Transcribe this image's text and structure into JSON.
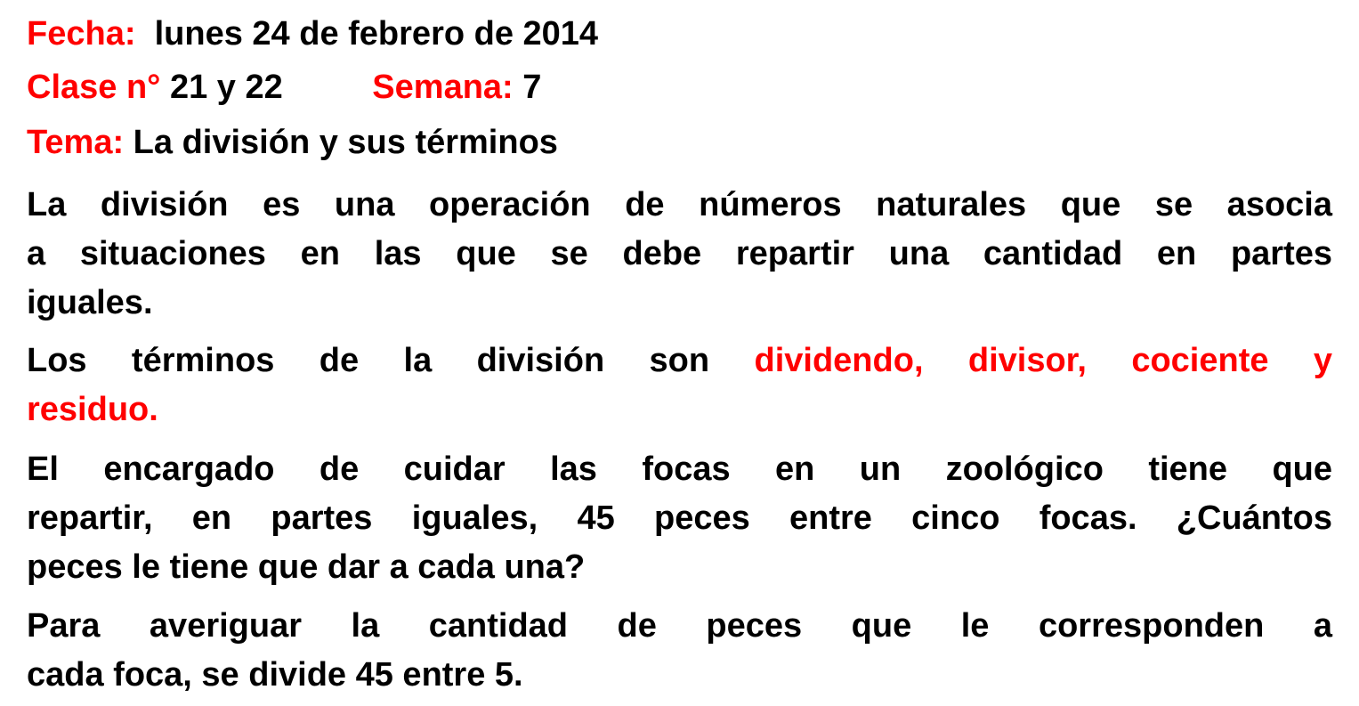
{
  "header": {
    "fecha_label": "Fecha:",
    "fecha_value": "lunes 24 de febrero de 2014",
    "clase_label": "Clase n°",
    "clase_value": "21 y 22",
    "semana_label": "Semana:",
    "semana_value": "7",
    "tema_label": "Tema:",
    "tema_value": "La división y sus términos"
  },
  "paragraphs": {
    "p1": [
      "La división es una operación de números naturales que se asocia",
      "a situaciones en las que se debe repartir una cantidad en partes",
      "iguales."
    ],
    "p2": {
      "prefix": "Los términos de la división son",
      "terms_line1": "dividendo, divisor, cociente y",
      "terms_line2": "residuo."
    },
    "p3": [
      "El encargado de cuidar las focas en un zoológico tiene que",
      "repartir, en partes iguales, 45 peces entre cinco focas. ¿Cuántos",
      "peces le tiene que dar a cada una?"
    ],
    "p4": [
      "Para averiguar la cantidad de peces que le corresponden a",
      "cada foca, se divide 45 entre 5."
    ]
  },
  "colors": {
    "accent": "#ff0000",
    "text": "#000000"
  }
}
